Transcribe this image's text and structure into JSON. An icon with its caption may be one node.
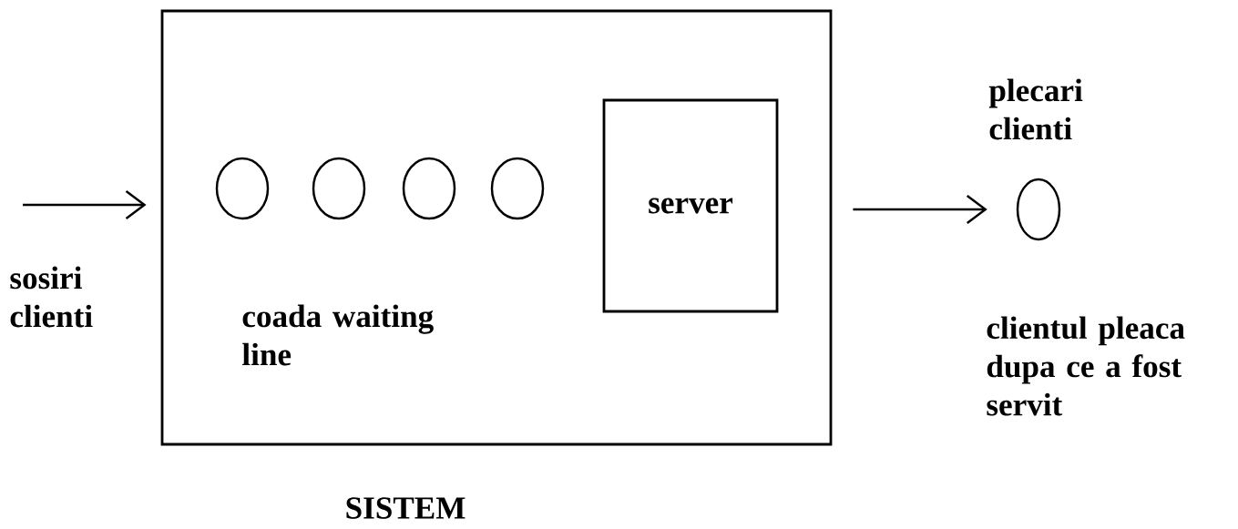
{
  "diagram": {
    "nodes": [
      {
        "text": [
          "SISTEM"
        ]
      },
      {
        "text": [],
        "shape": "circle",
        "in": 0
      },
      {
        "text": [],
        "shape": "circle",
        "in": 0
      },
      {
        "text": [],
        "shape": "circle",
        "in": 0
      },
      {
        "text": [],
        "shape": "circle",
        "in": 0
      },
      {
        "text": [
          "server"
        ],
        "in": 0
      },
      {
        "text": [],
        "shape": "circle",
        "beside": [
          "plecari clienti",
          "clientul pleaca dupa ce a fost servit"
        ]
      }
    ],
    "edges": [
      {
        "from": null,
        "to": 0,
        "arrow": "to"
      },
      {
        "from": 0,
        "to": 6,
        "arrow": "to"
      }
    ],
    "labels": [
      "sosiri clienti",
      "coada waiting line"
    ]
  }
}
